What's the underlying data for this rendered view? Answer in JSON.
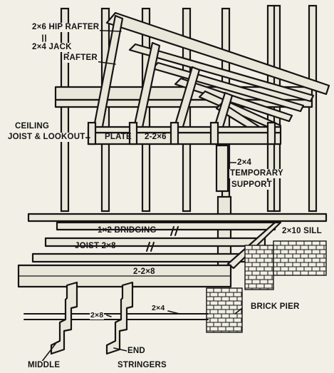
{
  "labels": {
    "hip_rafter": "2×6 HIP RAFTER",
    "jack_rafter_line1": "2×4 JACK",
    "jack_rafter_line2": "RAFTER",
    "ceiling_line1": "CEILING",
    "ceiling_line2": "JOIST & LOOKOUT",
    "plate": "PLATE",
    "plate_size": "2-2×6",
    "temp_size": "2×4",
    "temp_line1": "TEMPORARY",
    "temp_line2": "SUPPORT",
    "bridging": "1×2 BRIDGING",
    "joist": "JOIST 2×8",
    "sill": "2×10 SILL",
    "beam": "2-2×8",
    "brick_pier": "BRICK PIER",
    "stringer_size": "2×8",
    "stringer_board": "2×4",
    "middle": "MIDDLE",
    "end": "END",
    "stringers": "STRINGERS"
  },
  "colors": {
    "ink": "#141414",
    "paper": "#f1efe6",
    "wood": "#e9e6da"
  }
}
